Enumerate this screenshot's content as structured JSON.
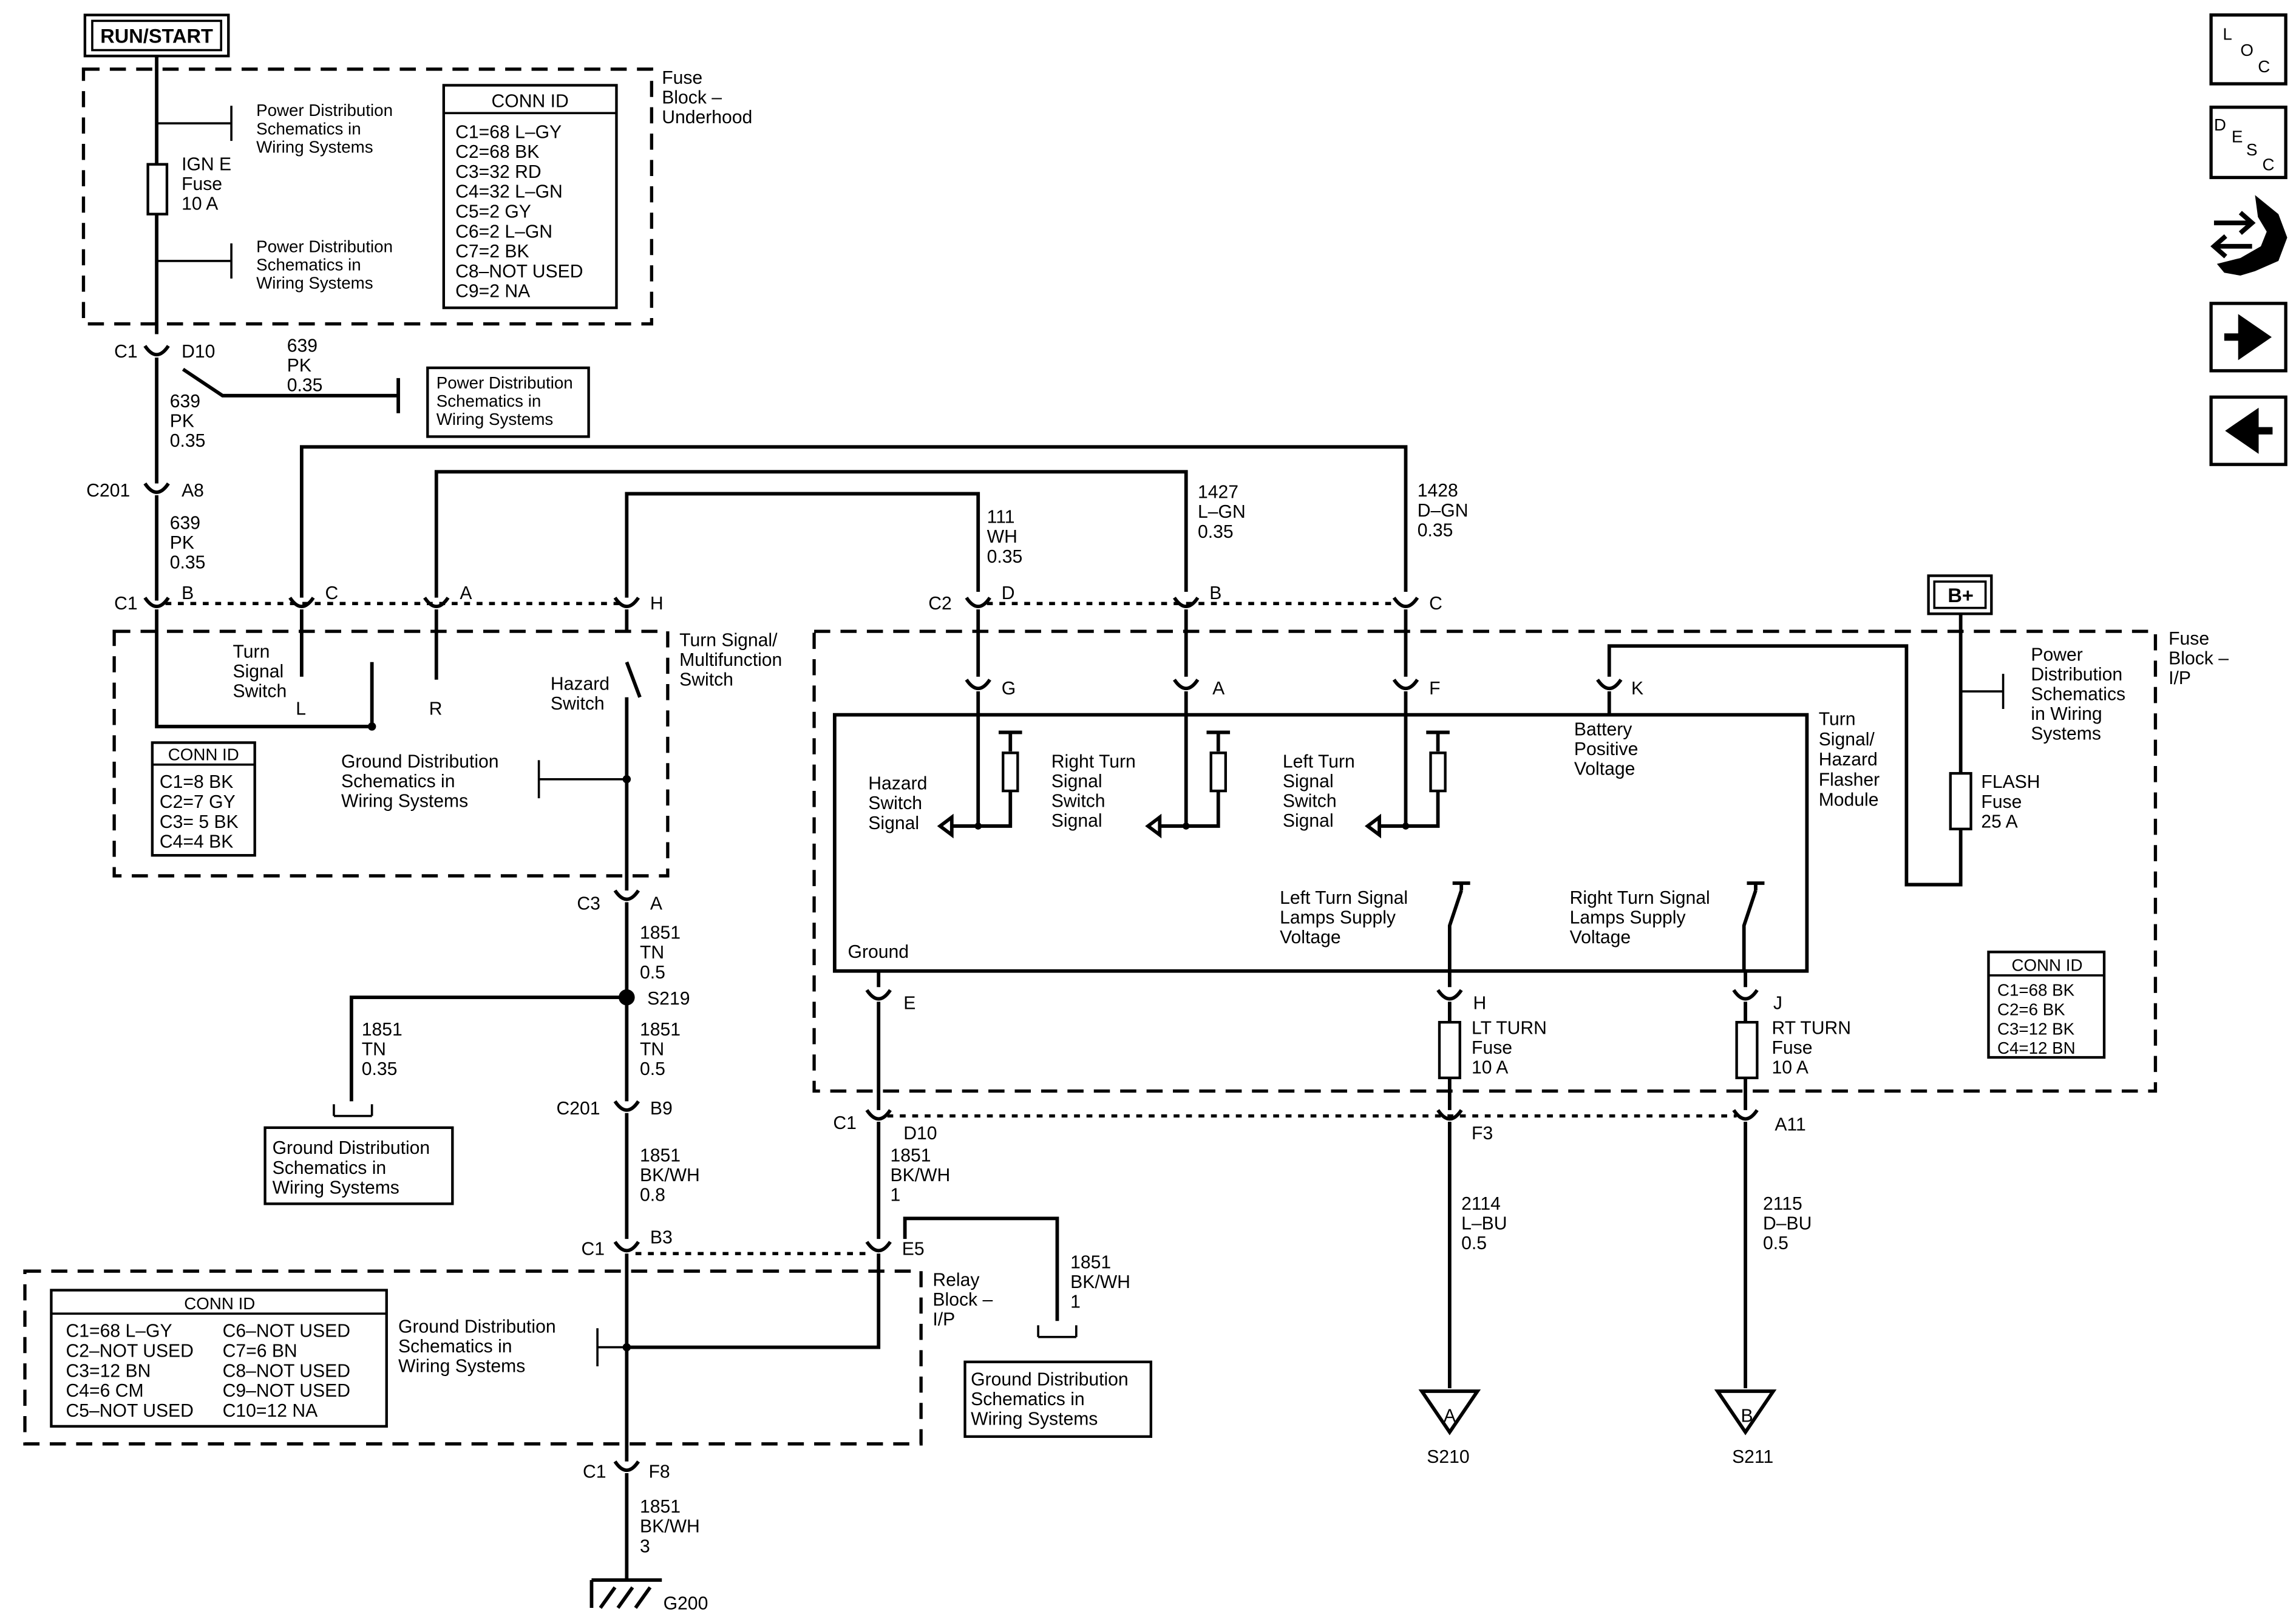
{
  "power": {
    "run_start": "RUN/START",
    "b_plus": "B+"
  },
  "nav": {
    "loc": [
      "L",
      "O",
      "C"
    ],
    "desc": [
      "D",
      "E",
      "S",
      "C"
    ],
    "forward_icon": "arrow-right-icon",
    "back_icon": "arrow-left-icon",
    "repair_icon": "wrench-icon"
  },
  "fuse_block_underhood": {
    "title": [
      "Fuse",
      "Block –",
      "Underhood"
    ],
    "ign_fuse": [
      "IGN E",
      "Fuse",
      "10 A"
    ],
    "ref1": [
      "Power Distribution",
      "Schematics in",
      "Wiring  Systems"
    ],
    "ref2": [
      "Power Distribution",
      "Schematics in",
      "Wiring  Systems"
    ],
    "conn_title": "CONN ID",
    "conn": [
      "C1=68 L–GY",
      "C2=68 BK",
      "C3=32 RD",
      "C4=32 L–GN",
      "C5=2 GY",
      "C6=2 L–GN",
      "C7=2 BK",
      "C8–NOT USED",
      "C9=2 NA"
    ]
  },
  "underhood_out": {
    "c1": "C1",
    "d10": "D10",
    "wire_branch": [
      "639",
      "PK",
      "0.35"
    ],
    "ref": [
      "Power Distribution",
      "Schematics in",
      "Wiring  Systems"
    ],
    "wire_main": [
      "639",
      "PK",
      "0.35"
    ]
  },
  "c201_a8": {
    "c201": "C201",
    "a8": "A8",
    "wire": [
      "639",
      "PK",
      "0.35"
    ]
  },
  "switch_connector": {
    "c1": "C1",
    "pins": [
      "B",
      "C",
      "A",
      "H"
    ]
  },
  "turn_switch": {
    "title": [
      "Turn Signal/",
      "Multifunction",
      "Switch"
    ],
    "turn_label": [
      "Turn",
      "Signal",
      "Switch"
    ],
    "l": "L",
    "r": "R",
    "hazard_label": [
      "Hazard",
      "Switch"
    ],
    "ground_ref": [
      "Ground Distribution",
      "Schematics in",
      "Wiring Systems"
    ],
    "conn_title": "CONN ID",
    "conn": [
      "C1=8 BK",
      "C2=7 GY",
      "C3= 5 BK",
      "C4=4 BK"
    ]
  },
  "signal_wires": {
    "w111": [
      "111",
      "WH",
      "0.35"
    ],
    "w1427": [
      "1427",
      "L–GN",
      "0.35"
    ],
    "w1428": [
      "1428",
      "D–GN",
      "0.35"
    ]
  },
  "ip_c2": {
    "c2": "C2",
    "pins": [
      "D",
      "B",
      "C"
    ]
  },
  "module_pins": [
    "G",
    "A",
    "F",
    "K"
  ],
  "flasher_module": {
    "title": [
      "Turn",
      "Signal/",
      "Hazard",
      "Flasher",
      "Module"
    ],
    "hazard": [
      "Hazard",
      "Switch",
      "Signal"
    ],
    "right": [
      "Right Turn",
      "Signal",
      "Switch",
      "Signal"
    ],
    "left": [
      "Left Turn",
      "Signal",
      "Switch",
      "Signal"
    ],
    "battery": [
      "Battery",
      "Positive",
      "Voltage"
    ],
    "lt_supply": [
      "Left Turn Signal",
      "Lamps Supply",
      "Voltage"
    ],
    "rt_supply": [
      "Right Turn Signal",
      "Lamps Supply",
      "Voltage"
    ],
    "ground": "Ground",
    "pins_bottom": [
      "E",
      "H",
      "J"
    ]
  },
  "fuse_block_ip": {
    "title": [
      "Fuse",
      "Block –",
      "I/P"
    ],
    "ref": [
      "Power",
      "Distribution",
      "Schematics",
      "in Wiring",
      "Systems"
    ],
    "flash_fuse": [
      "FLASH",
      "Fuse",
      "25 A"
    ],
    "lt_fuse": [
      "LT TURN",
      "Fuse",
      "10 A"
    ],
    "rt_fuse": [
      "RT TURN",
      "Fuse",
      "10 A"
    ],
    "conn_title": "CONN ID",
    "conn": [
      "C1=68 BK",
      "C2=6 BK",
      "C3=12 BK",
      "C4=12 BN"
    ]
  },
  "ip_c1": {
    "c1": "C1",
    "d10": "D10",
    "f3": "F3",
    "a11": "A11"
  },
  "outputs": {
    "w2114": [
      "2114",
      "L–BU",
      "0.5"
    ],
    "w2115": [
      "2115",
      "D–BU",
      "0.5"
    ],
    "a": "A",
    "b": "B",
    "s210": "S210",
    "s211": "S211"
  },
  "ground_path": {
    "c3": "C3",
    "a": "A",
    "w1851a": [
      "1851",
      "TN",
      "0.5"
    ],
    "s219": "S219",
    "w1851b": [
      "1851",
      "TN",
      "0.35"
    ],
    "gnd_ref1": [
      "Ground Distribution",
      "Schematics in",
      "Wiring Systems"
    ],
    "w1851c": [
      "1851",
      "TN",
      "0.5"
    ],
    "c201": "C201",
    "b9": "B9",
    "w1851d": [
      "1851",
      "BK/WH",
      "0.8"
    ],
    "w1851e": [
      "1851",
      "BK/WH",
      "1"
    ],
    "c1": "C1",
    "b3": "B3",
    "e5": "E5",
    "w1851f": [
      "1851",
      "BK/WH",
      "1"
    ],
    "gnd_ref2": [
      "Ground Distribution",
      "Schematics in",
      "Wiring Systems"
    ],
    "c1_bottom": "C1",
    "f8": "F8",
    "w1851g": [
      "1851",
      "BK/WH",
      "3"
    ],
    "g200": "G200"
  },
  "relay_block": {
    "title": [
      "Relay",
      "Block –",
      "I/P"
    ],
    "gnd_ref": [
      "Ground Distribution",
      "Schematics in",
      "Wiring Systems"
    ],
    "conn_title": "CONN ID",
    "conn_left": [
      "C1=68 L–GY",
      "C2–NOT USED",
      "C3=12 BN",
      "C4=6 CM",
      "C5–NOT USED"
    ],
    "conn_right": [
      "C6–NOT USED",
      "C7=6 BN",
      "C8–NOT USED",
      "C9–NOT USED",
      "C10=12 NA"
    ]
  }
}
